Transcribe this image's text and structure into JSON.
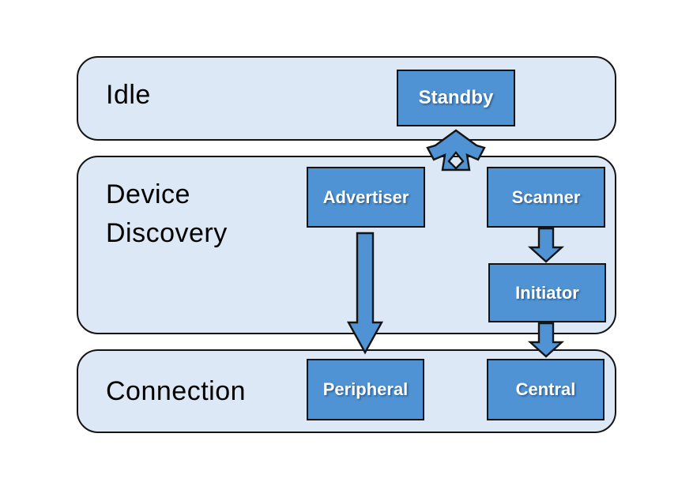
{
  "diagram": {
    "description": "BLE link-layer state diagram with three stacked state groups connected by block arrows",
    "sections": [
      {
        "id": "idle",
        "label": "Idle",
        "boxes": [
          {
            "id": "standby",
            "label": "Standby"
          }
        ]
      },
      {
        "id": "device-discovery",
        "label": "Device Discovery",
        "boxes": [
          {
            "id": "advertiser",
            "label": "Advertiser"
          },
          {
            "id": "scanner",
            "label": "Scanner"
          },
          {
            "id": "initiator",
            "label": "Initiator"
          }
        ]
      },
      {
        "id": "connection",
        "label": "Connection",
        "boxes": [
          {
            "id": "peripheral",
            "label": "Peripheral"
          },
          {
            "id": "central",
            "label": "Central"
          }
        ]
      }
    ],
    "arrows": [
      {
        "name": "standby-device-discovery-double-arrow",
        "from": "Standby",
        "to": "Advertiser and Scanner",
        "style": "three-headed bidirectional block arrow"
      },
      {
        "name": "advertiser-to-peripheral",
        "from": "Advertiser",
        "to": "Peripheral",
        "style": "down block arrow"
      },
      {
        "name": "scanner-to-initiator",
        "from": "Scanner",
        "to": "Initiator",
        "style": "down block arrow"
      },
      {
        "name": "initiator-to-central",
        "from": "Initiator",
        "to": "Central",
        "style": "down block arrow"
      }
    ]
  },
  "colors": {
    "section_fill": "#dce8f6",
    "box_fill": "#4f93d4",
    "border_color": "#141414",
    "section_text": "#000000",
    "box_text": "#ffffff",
    "page_bg": "#ffffff"
  }
}
